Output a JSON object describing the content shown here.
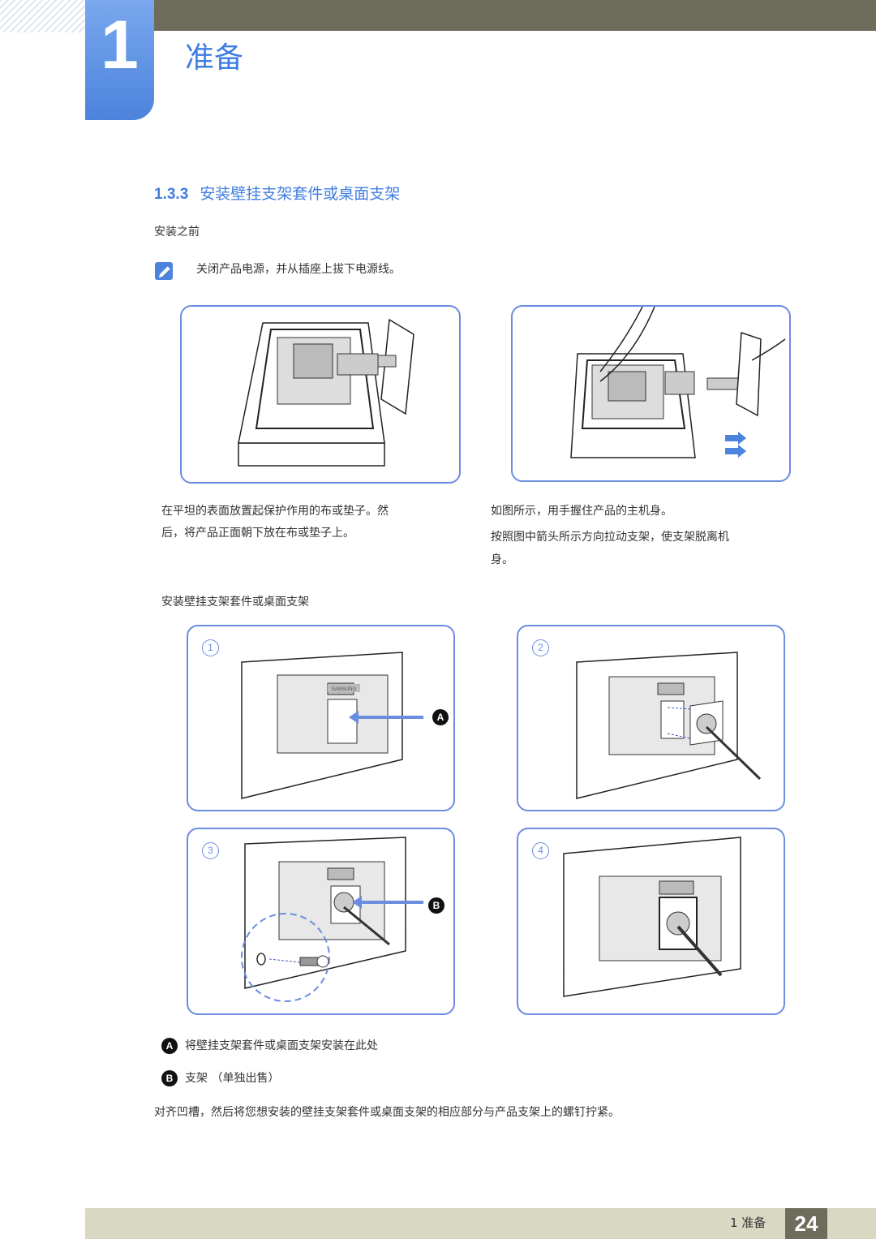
{
  "chapter": {
    "number": "1",
    "title": "准备"
  },
  "section": {
    "number": "1.3.3",
    "title": "安装壁挂支架套件或桌面支架"
  },
  "before_install": {
    "heading": "安装之前",
    "note_icon": "note-pencil-icon",
    "note": "关闭产品电源，并从插座上拔下电源线。"
  },
  "figure_captions": {
    "left_line1": "在平坦的表面放置起保护作用的布或垫子。然",
    "left_line2": "后，将产品正面朝下放在布或垫子上。",
    "right_line1": "如图所示，用手握住产品的主机身。",
    "right_line2": "按照图中箭头所示方向拉动支架，使支架脱离机",
    "right_line3": "身。"
  },
  "install_heading": "安装壁挂支架套件或桌面支架",
  "steps": [
    "1",
    "2",
    "3",
    "4"
  ],
  "markers": {
    "a": "A",
    "b": "B"
  },
  "samsung_logo": "SAMSUNG",
  "legend": {
    "a_text": "将壁挂支架套件或桌面支架安装在此处",
    "b_text": "支架 （单独出售）"
  },
  "closing": "对齐凹槽，然后将您想安装的壁挂支架套件或桌面支架的相应部分与产品支架上的螺钉拧紧。",
  "footer": {
    "label": "1 准备",
    "page": "24"
  },
  "colors": {
    "accent": "#3f7de0",
    "panel_border": "#6b8de0",
    "bar": "#6e6c5a"
  }
}
